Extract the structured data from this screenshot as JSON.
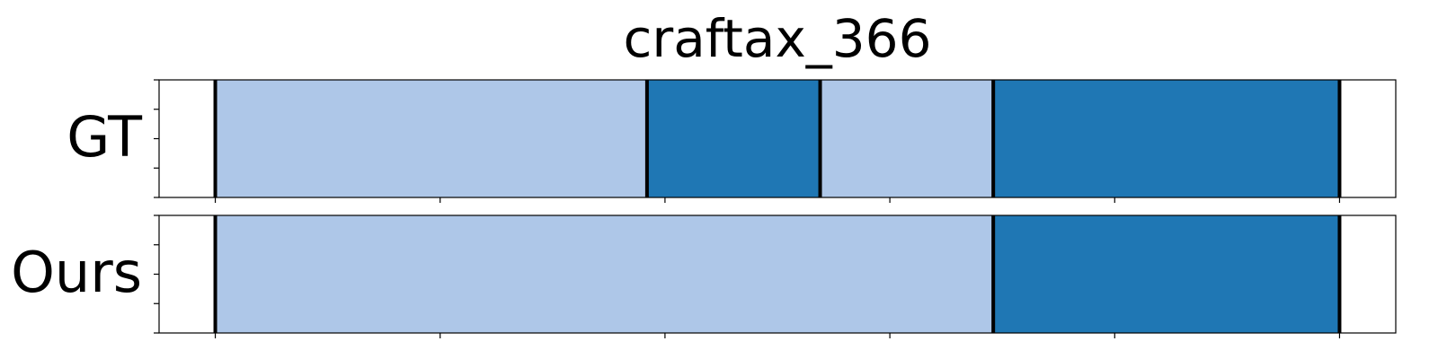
{
  "chart_data": {
    "type": "bar",
    "title": "craftax_366",
    "xlim": [
      -25,
      525
    ],
    "x_ticks": [
      0,
      100,
      200,
      300,
      400,
      500
    ],
    "colors": {
      "light": "#aec7e8",
      "dark": "#1f77b4",
      "boundary": "#000000"
    },
    "rows": [
      {
        "label": "GT",
        "segments": [
          {
            "start": 0,
            "end": 192,
            "shade": "light"
          },
          {
            "start": 192,
            "end": 269,
            "shade": "dark"
          },
          {
            "start": 269,
            "end": 346,
            "shade": "light"
          },
          {
            "start": 346,
            "end": 500,
            "shade": "dark"
          }
        ],
        "boundaries": [
          0,
          192,
          269,
          346,
          500
        ]
      },
      {
        "label": "Ours",
        "segments": [
          {
            "start": 0,
            "end": 346,
            "shade": "light"
          },
          {
            "start": 346,
            "end": 500,
            "shade": "dark"
          }
        ],
        "boundaries": [
          0,
          346,
          500
        ]
      }
    ]
  }
}
